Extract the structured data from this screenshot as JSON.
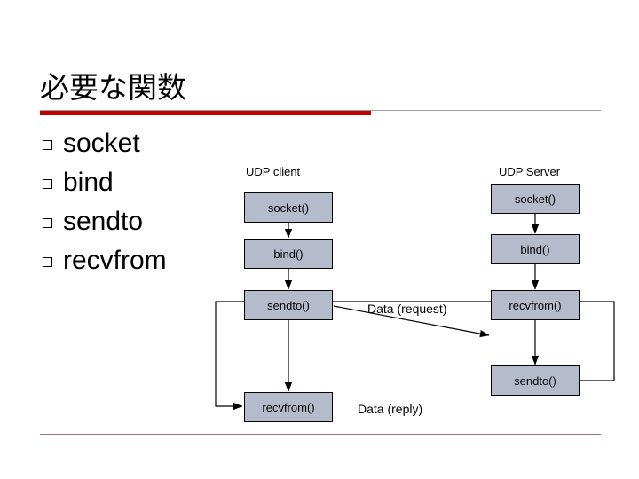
{
  "slide": {
    "title": "必要な関数",
    "bullets": [
      {
        "label": "socket"
      },
      {
        "label": "bind"
      },
      {
        "label": "sendto"
      },
      {
        "label": "recvfrom"
      }
    ],
    "diagram": {
      "client_header": "UDP client",
      "server_header": "UDP Server",
      "client_boxes": [
        {
          "label": "socket()"
        },
        {
          "label": "bind()"
        },
        {
          "label": "sendto()"
        },
        {
          "label": "recvfrom()"
        }
      ],
      "server_boxes": [
        {
          "label": "socket()"
        },
        {
          "label": "bind()"
        },
        {
          "label": "recvfrom()"
        },
        {
          "label": "sendto()"
        }
      ],
      "annotations": [
        {
          "label": "Data (request)"
        },
        {
          "label": "Data (reply)"
        }
      ]
    },
    "colors": {
      "accent_rule": "#c00000",
      "box_fill": "#b4bccc",
      "thin_rule": "#9b9b9b",
      "bottom_rule": "#b07070"
    }
  }
}
